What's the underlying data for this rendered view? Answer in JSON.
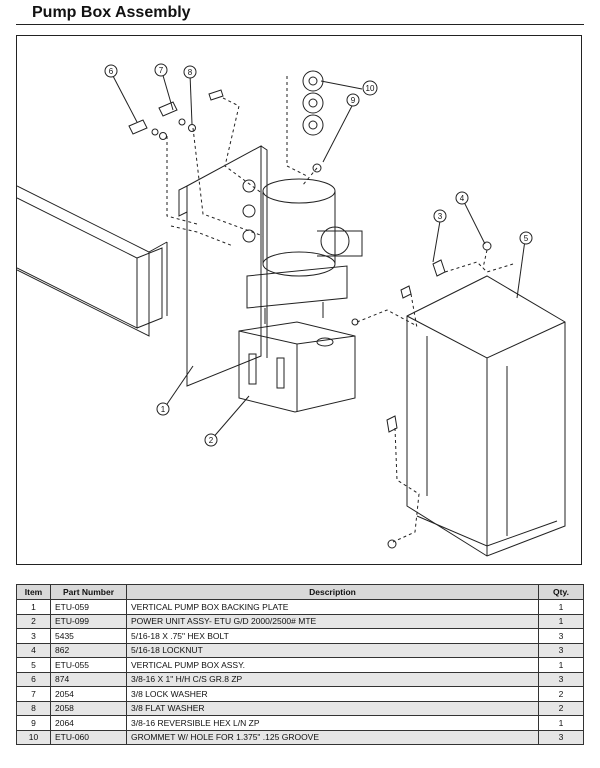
{
  "document": {
    "title": "Pump Box Assembly"
  },
  "callouts": [
    "1",
    "2",
    "3",
    "4",
    "5",
    "6",
    "7",
    "8",
    "9",
    "10"
  ],
  "table": {
    "headers": [
      "Item",
      "Part Number",
      "Description",
      "Qty."
    ],
    "rows": [
      {
        "item": "1",
        "part": "ETU-059",
        "desc": "VERTICAL PUMP BOX BACKING PLATE",
        "qty": "1"
      },
      {
        "item": "2",
        "part": "ETU-099",
        "desc": "POWER UNIT ASSY- ETU G/D 2000/2500# MTE",
        "qty": "1"
      },
      {
        "item": "3",
        "part": "5435",
        "desc": "5/16-18 X .75\" HEX BOLT",
        "qty": "3"
      },
      {
        "item": "4",
        "part": "862",
        "desc": "5/16-18 LOCKNUT",
        "qty": "3"
      },
      {
        "item": "5",
        "part": "ETU-055",
        "desc": "VERTICAL PUMP BOX ASSY.",
        "qty": "1"
      },
      {
        "item": "6",
        "part": "874",
        "desc": "3/8-16 X 1\" H/H C/S GR.8 ZP",
        "qty": "3"
      },
      {
        "item": "7",
        "part": "2054",
        "desc": "3/8 LOCK WASHER",
        "qty": "2"
      },
      {
        "item": "8",
        "part": "2058",
        "desc": "3/8 FLAT WASHER",
        "qty": "2"
      },
      {
        "item": "9",
        "part": "2064",
        "desc": "3/8-16 REVERSIBLE HEX L/N ZP",
        "qty": "1"
      },
      {
        "item": "10",
        "part": "ETU-060",
        "desc": "GROMMET W/ HOLE FOR 1.375\" .125 GROOVE",
        "qty": "3"
      }
    ]
  }
}
